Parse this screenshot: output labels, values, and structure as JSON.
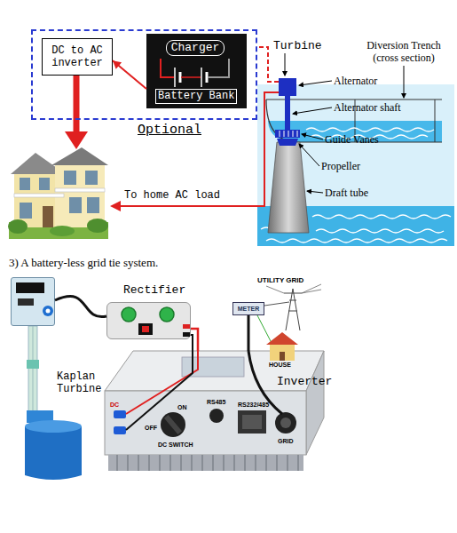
{
  "diagram": {
    "nodes": [
      {
        "text": [
          "Optional"
        ]
      },
      {
        "text": [
          "DC to AC inverter"
        ],
        "in": 0
      },
      {
        "text": [
          "Charger",
          "Battery Bank"
        ],
        "in": 0
      },
      {
        "text": [
          "Turbine"
        ]
      },
      {
        "text": [
          "Kaplan Turbine"
        ]
      },
      {
        "text": [
          "Rectifier"
        ]
      },
      {
        "text": [
          "Inverter"
        ]
      },
      {
        "text": [
          "METER"
        ]
      }
    ],
    "edges": [
      {
        "from": 2,
        "to": 1,
        "arrow": "to"
      },
      {
        "from": 3,
        "to": 0,
        "arrow": "none"
      },
      {
        "from": 4,
        "to": 5,
        "arrow": "none"
      },
      {
        "from": 5,
        "to": 6,
        "arrow": "none"
      },
      {
        "from": 6,
        "to": 7,
        "arrow": "none"
      }
    ],
    "labels": [
      "Diversion Trench (cross section)",
      "Alternator",
      "Alternator shaft",
      "Guide Vanes",
      "Propeller",
      "Draft tube",
      "To home AC load",
      "3) A battery-less grid tie system.",
      "UTILITY GRID",
      "HOUSE",
      "DC",
      "ON",
      "OFF",
      "DC SWITCH",
      "RS485",
      "RS232/485",
      "GRID"
    ]
  }
}
